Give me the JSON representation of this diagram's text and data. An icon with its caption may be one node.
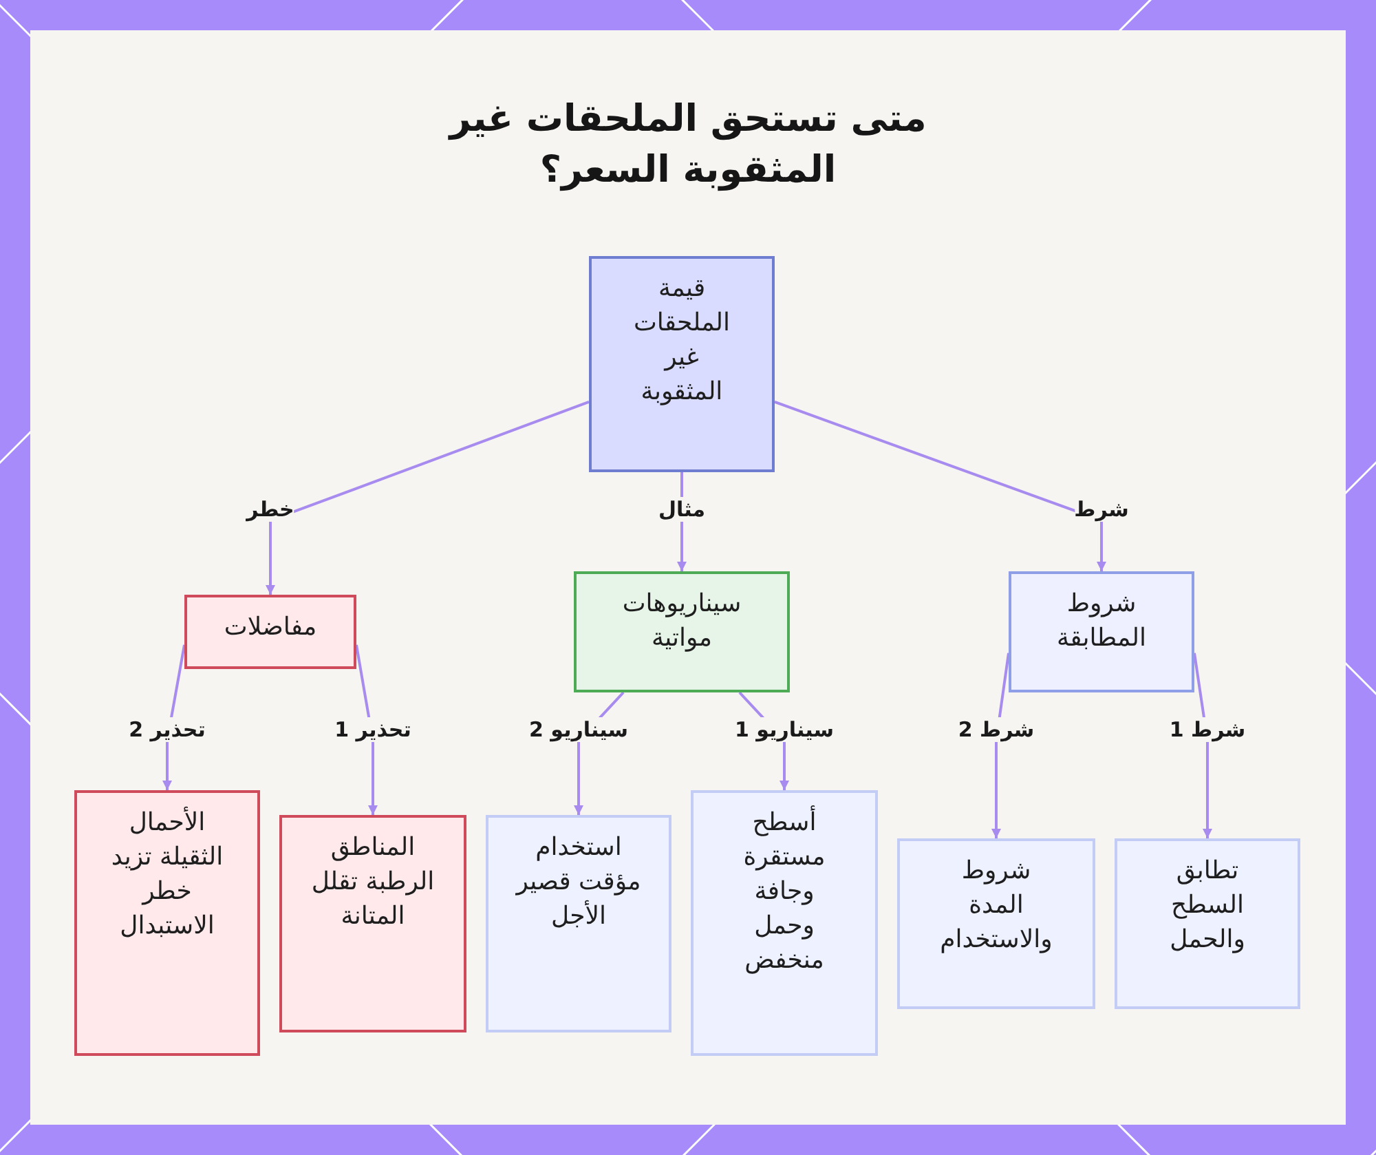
{
  "diagram": {
    "title": "متى تستحق الملحقات غير المثقوبة السعر؟",
    "nodes": [
      {
        "text": [
          "قيمة الملحقات غير المثقوبة"
        ]
      },
      {
        "text": [
          "شروط المطابقة"
        ]
      },
      {
        "text": [
          "سيناريوهات مواتية"
        ]
      },
      {
        "text": [
          "مفاضلات"
        ]
      },
      {
        "text": [
          "تطابق السطح والحمل"
        ]
      },
      {
        "text": [
          "شروط المدة والاستخدام"
        ]
      },
      {
        "text": [
          "أسطح مستقرة وجافة وحمل منخفض"
        ]
      },
      {
        "text": [
          "استخدام مؤقت قصير الأجل"
        ]
      },
      {
        "text": [
          "المناطق الرطبة تقلل المتانة"
        ]
      },
      {
        "text": [
          "الأحمال الثقيلة تزيد خطر الاستبدال"
        ]
      }
    ],
    "edges": [
      {
        "from": 0,
        "to": 1,
        "arrow": "to",
        "label": "شرط"
      },
      {
        "from": 0,
        "to": 2,
        "arrow": "to",
        "label": "مثال"
      },
      {
        "from": 0,
        "to": 3,
        "arrow": "to",
        "label": "خطر"
      },
      {
        "from": 1,
        "to": 4,
        "arrow": "to",
        "label": "شرط 1"
      },
      {
        "from": 1,
        "to": 5,
        "arrow": "to",
        "label": "شرط 2"
      },
      {
        "from": 2,
        "to": 6,
        "arrow": "to",
        "label": "سيناريو 1"
      },
      {
        "from": 2,
        "to": 7,
        "arrow": "to",
        "label": "سيناريو 2"
      },
      {
        "from": 3,
        "to": 8,
        "arrow": "to",
        "label": "تحذير 1"
      },
      {
        "from": 3,
        "to": 9,
        "arrow": "to",
        "label": "تحذير 2"
      }
    ]
  }
}
